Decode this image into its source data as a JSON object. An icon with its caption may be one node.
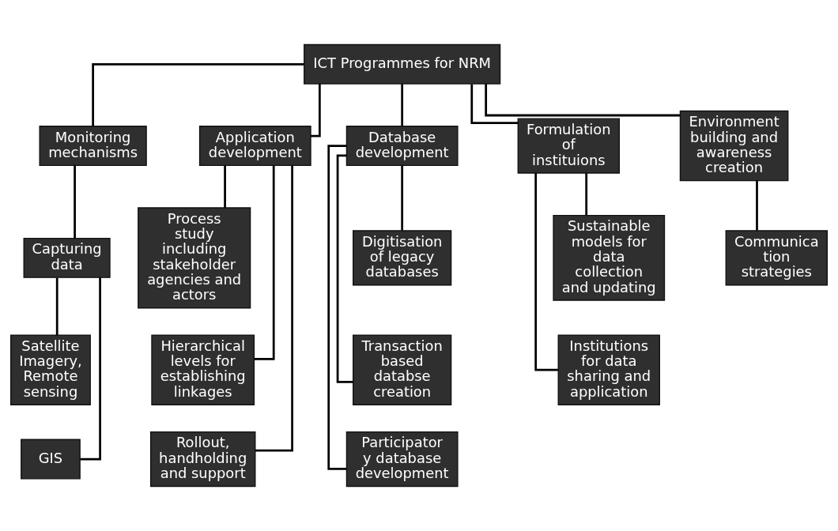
{
  "diagram": {
    "nodes": [
      {
        "text": [
          "ICT Programmes for NRM"
        ]
      },
      {
        "text": [
          "Monitoring mechanisms"
        ]
      },
      {
        "text": [
          "Application development"
        ]
      },
      {
        "text": [
          "Database development"
        ]
      },
      {
        "text": [
          "Formulation of instituions"
        ]
      },
      {
        "text": [
          "Environment building and awareness creation"
        ]
      },
      {
        "text": [
          "Capturing data"
        ]
      },
      {
        "text": [
          "Satellite Imagery, Remote sensing"
        ]
      },
      {
        "text": [
          "GIS"
        ]
      },
      {
        "text": [
          "Process study including stakeholder agencies and actors"
        ]
      },
      {
        "text": [
          "Hierarchical levels for establishing linkages"
        ]
      },
      {
        "text": [
          "Rollout, handholding and support"
        ]
      },
      {
        "text": [
          "Digitisation of legacy databases"
        ]
      },
      {
        "text": [
          "Transaction based databse creation"
        ]
      },
      {
        "text": [
          "Participatory database development"
        ]
      },
      {
        "text": [
          "Sustainable models for data collection and updating"
        ]
      },
      {
        "text": [
          "Institutions for data sharing and application"
        ]
      },
      {
        "text": [
          "Communica tion strategies"
        ]
      }
    ],
    "edges": [
      {
        "from": 0,
        "to": 1,
        "arrow": "none"
      },
      {
        "from": 0,
        "to": 2,
        "arrow": "none"
      },
      {
        "from": 0,
        "to": 3,
        "arrow": "none"
      },
      {
        "from": 0,
        "to": 4,
        "arrow": "none"
      },
      {
        "from": 0,
        "to": 5,
        "arrow": "none"
      },
      {
        "from": 1,
        "to": 6,
        "arrow": "none"
      },
      {
        "from": 6,
        "to": 7,
        "arrow": "none"
      },
      {
        "from": 6,
        "to": 8,
        "arrow": "none"
      },
      {
        "from": 2,
        "to": 9,
        "arrow": "none"
      },
      {
        "from": 2,
        "to": 10,
        "arrow": "none"
      },
      {
        "from": 2,
        "to": 11,
        "arrow": "none"
      },
      {
        "from": 3,
        "to": 12,
        "arrow": "none"
      },
      {
        "from": 3,
        "to": 13,
        "arrow": "none"
      },
      {
        "from": 3,
        "to": 14,
        "arrow": "none"
      },
      {
        "from": 4,
        "to": 15,
        "arrow": "none"
      },
      {
        "from": 4,
        "to": 16,
        "arrow": "none"
      },
      {
        "from": 5,
        "to": 17,
        "arrow": "none"
      }
    ]
  }
}
